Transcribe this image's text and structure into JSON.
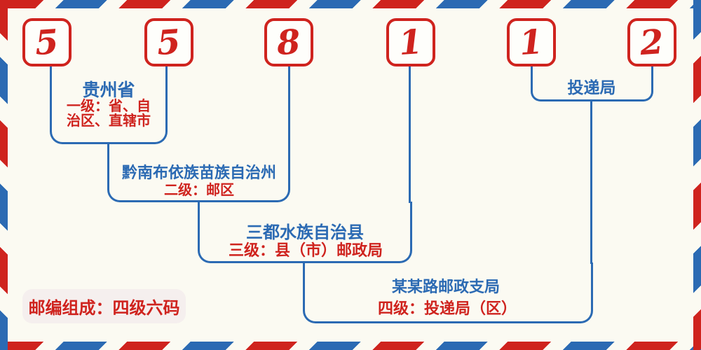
{
  "code": {
    "value": "558112",
    "digits": [
      "5",
      "5",
      "8",
      "1",
      "1",
      "2"
    ]
  },
  "levels": [
    {
      "region": "贵州省",
      "desc_line1": "一级：省、自",
      "desc_line2": "治区、直辖市"
    },
    {
      "region": "黔南布依族苗族自治州",
      "desc": "二级：邮区"
    },
    {
      "region": "三都水族自治县",
      "desc": "三级：县（市）邮政局"
    },
    {
      "region": "某某路邮政支局",
      "desc": "四级：投递局（区）"
    }
  ],
  "delivery_label": "投递局",
  "footer": {
    "label": "邮编组成：四级六码"
  },
  "colors": {
    "red": "#cf231e",
    "blue": "#2b6ab3",
    "background": "#fbfaf2",
    "footer_label_bg": "#f5efee"
  }
}
